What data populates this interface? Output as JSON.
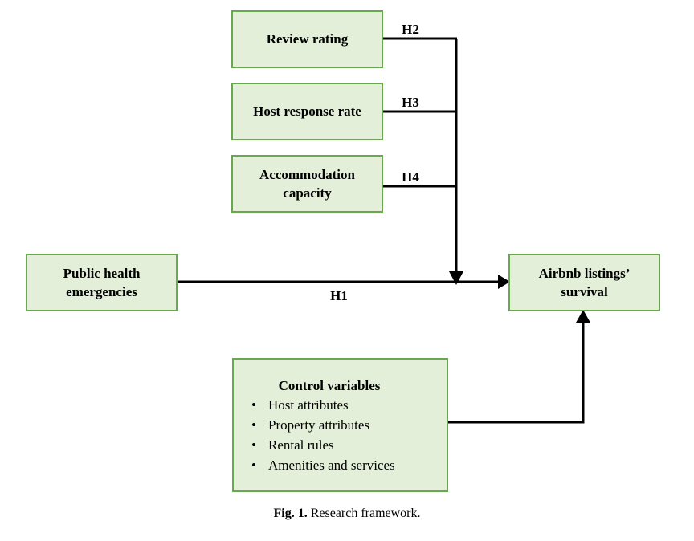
{
  "figure": {
    "caption_label": "Fig. 1.",
    "caption_text": "Research framework.",
    "colors": {
      "box_fill": "#e3efd9",
      "box_border": "#6aa84f",
      "connector": "#000000",
      "background": "#ffffff",
      "text": "#000000"
    }
  },
  "nodes": {
    "review_rating": {
      "label": "Review rating"
    },
    "host_response_rate": {
      "label": "Host response rate"
    },
    "accommodation_capacity_line1": {
      "label": "Accommodation"
    },
    "accommodation_capacity_line2": {
      "label": "capacity"
    },
    "public_health_line1": {
      "label": "Public health"
    },
    "public_health_line2": {
      "label": "emergencies"
    },
    "outcome_line1": {
      "label": "Airbnb listings’"
    },
    "outcome_line2": {
      "label": "survival"
    },
    "control": {
      "title": "Control variables",
      "bullet_glyph": "•",
      "items": [
        "Host attributes",
        "Property attributes",
        "Rental rules",
        "Amenities and services"
      ]
    }
  },
  "hypotheses": {
    "h1": "H1",
    "h2": "H2",
    "h3": "H3",
    "h4": "H4"
  }
}
